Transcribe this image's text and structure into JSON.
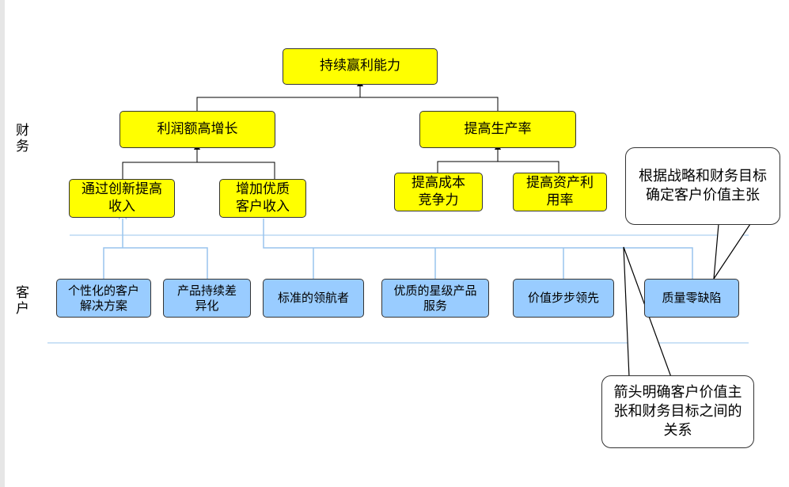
{
  "perspectives": {
    "finance": "财务",
    "customer": "客户"
  },
  "finance": {
    "top": "持续赢利能力",
    "profit_growth": "利润额高增长",
    "productivity": "提高生产率",
    "innovation_revenue": "通过创新提高收入",
    "quality_revenue": "增加优质客户收入",
    "cost_competitiveness": "提高成本竞争力",
    "asset_utilization": "提高资产利用率"
  },
  "customer": {
    "personalized_solutions": "个性化的客户解决方案",
    "product_differentiation": "产品持续差异化",
    "standard_leader": "标准的领航者",
    "star_service": "优质的星级产品服务",
    "value_leadership": "价值步步领先",
    "zero_defect": "质量零缺陷"
  },
  "callouts": {
    "value_proposition": "根据战略和财务目标确定客户价值主张",
    "arrow_relationship": "箭头明确客户价值主张和财务目标之间的关系"
  },
  "colors": {
    "finance_box": "#ffff00",
    "customer_box": "#99ccff",
    "finance_connector": "#000000",
    "customer_connector": "#99c4ee"
  }
}
